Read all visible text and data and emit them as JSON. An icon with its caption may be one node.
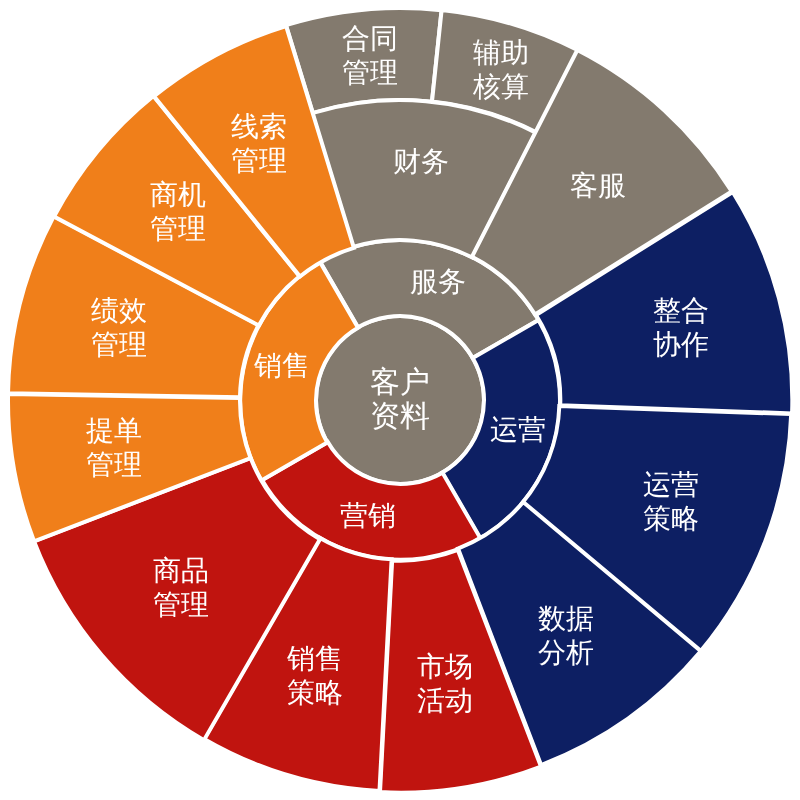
{
  "diagram": {
    "nodes": [
      {
        "text": [
          "客户资料"
        ]
      },
      {
        "text": [
          "服务"
        ]
      },
      {
        "text": [
          "运营"
        ]
      },
      {
        "text": [
          "营销"
        ]
      },
      {
        "text": [
          "销售"
        ]
      },
      {
        "text": [
          "合同管理"
        ]
      },
      {
        "text": [
          "辅助核算"
        ]
      },
      {
        "text": [
          "财务"
        ]
      },
      {
        "text": [
          "客服"
        ]
      },
      {
        "text": [
          "整合协作"
        ]
      },
      {
        "text": [
          "运营策略"
        ]
      },
      {
        "text": [
          "数据分析"
        ]
      },
      {
        "text": [
          "市场活动"
        ]
      },
      {
        "text": [
          "销售策略"
        ]
      },
      {
        "text": [
          "商品管理"
        ]
      },
      {
        "text": [
          "提单管理"
        ]
      },
      {
        "text": [
          "绩效管理"
        ]
      },
      {
        "text": [
          "商机管理"
        ]
      },
      {
        "text": [
          "线索管理"
        ]
      }
    ]
  }
}
